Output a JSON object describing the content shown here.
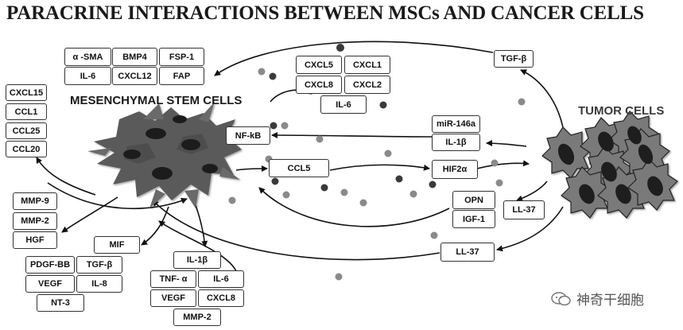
{
  "title": "PARACRINE INTERACTIONS BETWEEN MSCs AND CANCER CELLS",
  "msc_label": "MESENCHYMAL STEM CELLS",
  "tumor_label": "TUMOR CELLS",
  "boxes": {
    "asma": "α -SMA",
    "bmp4": "BMP4",
    "fsp1": "FSP-1",
    "il6_top": "IL-6",
    "cxcl12": "CXCL12",
    "fap": "FAP",
    "cxcl5": "CXCL5",
    "cxcl1": "CXCL1",
    "cxcl8_top": "CXCL8",
    "cxcl2": "CXCL2",
    "il6_mid": "IL-6",
    "tgfb_top": "TGF-β",
    "cxcl15": "CXCL15",
    "ccl1": "CCL1",
    "ccl25": "CCL25",
    "ccl20": "CCL20",
    "nfkb": "NF-kB",
    "ccl5": "CCL5",
    "mir146a": "miR-146a",
    "il1b_right": "IL-1β",
    "hif2a": "HIF2α",
    "opn": "OPN",
    "igf1": "IGF-1",
    "ll37_a": "LL-37",
    "ll37_b": "LL-37",
    "mmp9": "MMP-9",
    "mmp2_left": "MMP-2",
    "hgf": "HGF",
    "mif": "MIF",
    "pdgfbb": "PDGF-BB",
    "tgfb_bottom": "TGF-β",
    "vegf_left": "VEGF",
    "il8": "IL-8",
    "nt3": "NT-3",
    "il1b_bottom": "IL-1β",
    "tnfa": "TNF- α",
    "il6_bottom": "IL-6",
    "vegf_bottom": "VEGF",
    "cxcl8_bottom": "CXCL8",
    "mmp2_bottom": "MMP-2"
  },
  "watermark": "神奇干细胞",
  "colors": {
    "dark_dot": "#3a3a3a",
    "gray_dot": "#8a8a8a",
    "cell": "#5a5a5a",
    "nucleus": "#1e1e1e"
  }
}
